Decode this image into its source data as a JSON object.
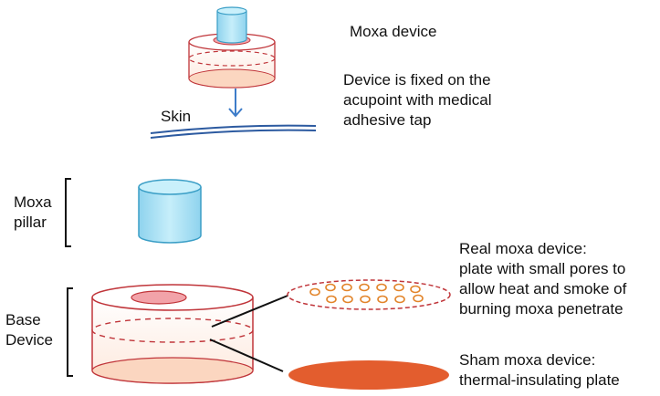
{
  "labels": {
    "moxa_device": "Moxa device",
    "fixed_note": "Device is fixed on the\nacupoint with medical\nadhesive tap",
    "skin": "Skin",
    "moxa_pillar": "Moxa\npillar",
    "base_device": "Base\nDevice",
    "real_device": "Real moxa device:\nplate with small pores to\nallow heat and smoke of\nburning moxa penetrate",
    "sham_device": "Sham moxa device:\nthermal-insulating plate"
  },
  "colors": {
    "device_outline": "#c0353a",
    "pillar_fill": "#aee3f5",
    "pillar_stroke": "#3a9ec6",
    "pink_top": "#f2a3a9",
    "base_bottom": "#fbd6c0",
    "skin_line": "#2c5aa0",
    "arrow": "#3d7cc9",
    "pores": "#e2842a",
    "sham_plate": "#e35d2e"
  }
}
